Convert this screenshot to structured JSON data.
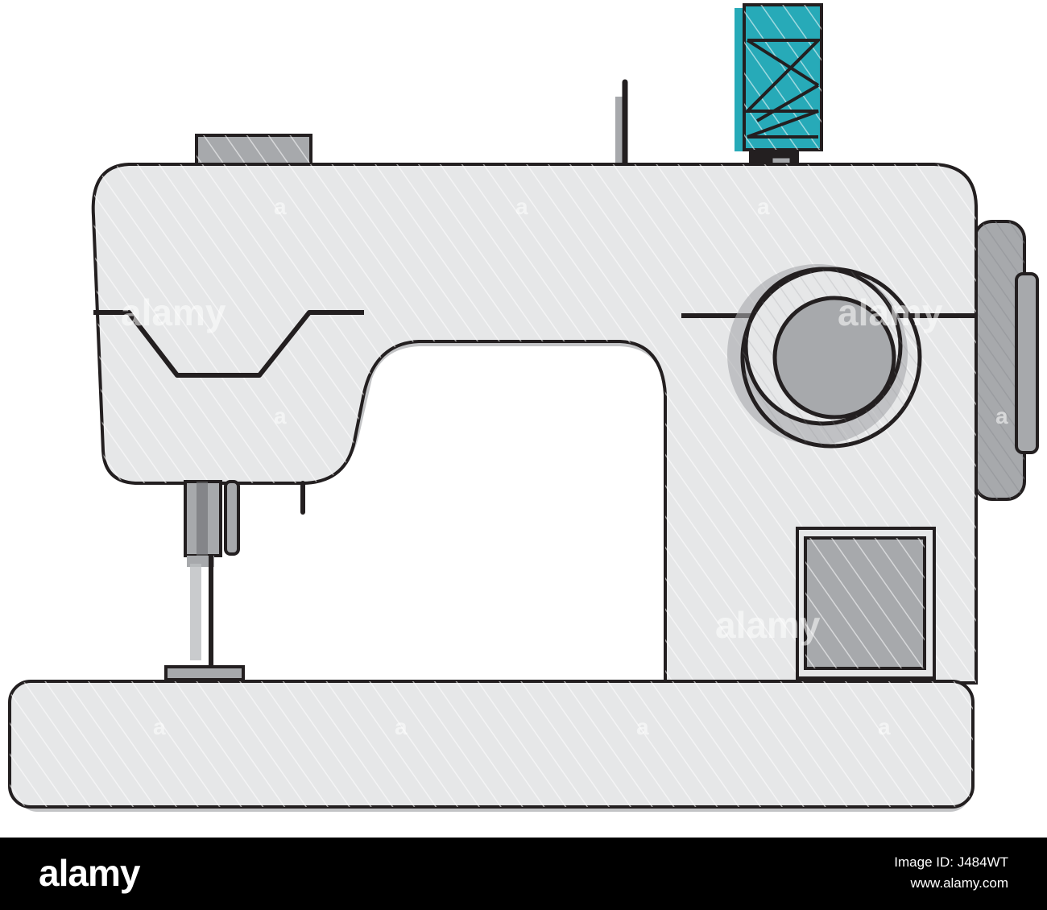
{
  "footer": {
    "logo_text": "alamy",
    "image_id_line": "Image ID: J484WT",
    "site_line": "www.alamy.com"
  },
  "watermark": {
    "text": "alamy",
    "small_glyph": "a"
  },
  "colors": {
    "machine_body": "#e6e7e8",
    "machine_shade": "#bcbec0",
    "outline": "#231f20",
    "gray_part": "#a7a9ac",
    "thread_spool": "#27aab8",
    "footer_bg": "#000000"
  }
}
